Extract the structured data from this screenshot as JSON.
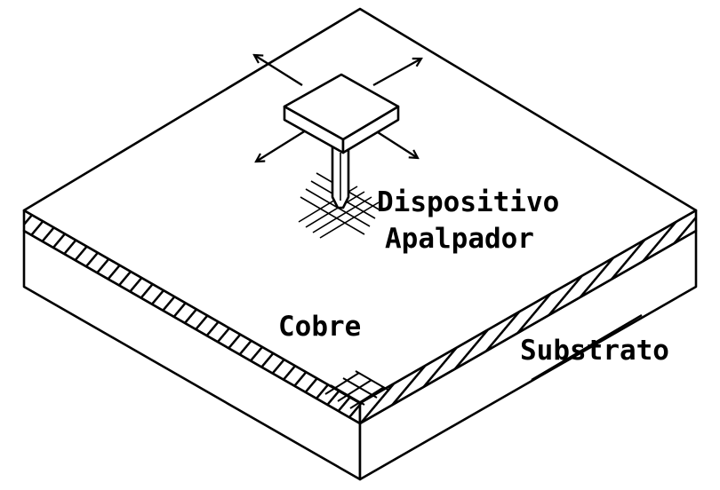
{
  "labels": {
    "device_line1": "Dispositivo",
    "device_line2": "Apalpador",
    "copper": "Cobre",
    "substrate": "Substrato"
  },
  "colors": {
    "ink": "#000000",
    "paper": "#ffffff"
  }
}
